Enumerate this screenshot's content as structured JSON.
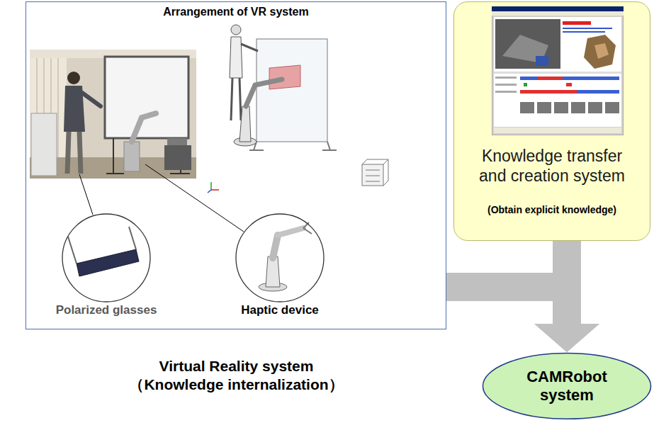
{
  "diagram": {
    "nodes": [
      {
        "text": [
          "Arrangement of VR system",
          "Virtual Reality system （Knowledge internalization）"
        ]
      },
      {
        "text": [
          "Polarized glasses"
        ],
        "in": 0
      },
      {
        "text": [
          "Haptic device"
        ],
        "in": 0
      },
      {
        "text": [
          "Knowledge transfer and creation system",
          "(Obtain explicit knowledge)"
        ]
      },
      {
        "text": [
          "CAMRobot system"
        ]
      }
    ],
    "edges": [
      {
        "from": 0,
        "to": 4,
        "arrow": "to"
      },
      {
        "from": 3,
        "to": 4,
        "arrow": "to"
      }
    ]
  }
}
